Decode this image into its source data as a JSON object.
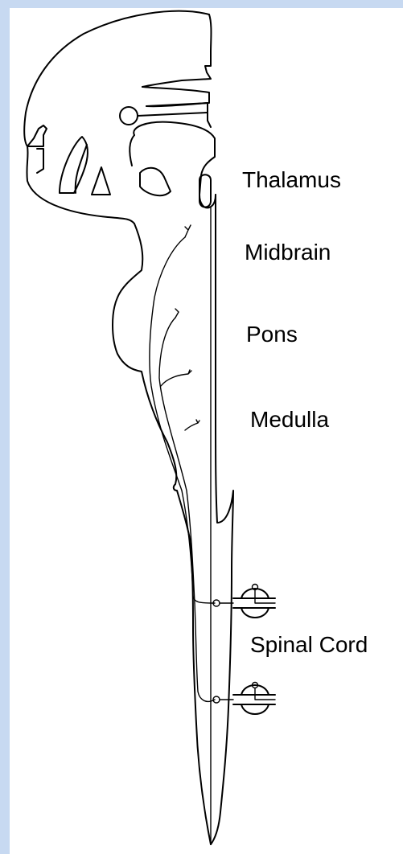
{
  "colors": {
    "frame": "#c7d9f1",
    "background": "#ffffff",
    "ink": "#000000"
  },
  "labels": {
    "thalamus": "Thalamus",
    "midbrain": "Midbrain",
    "pons": "Pons",
    "medulla": "Medulla",
    "spinal_cord": "Spinal Cord"
  }
}
